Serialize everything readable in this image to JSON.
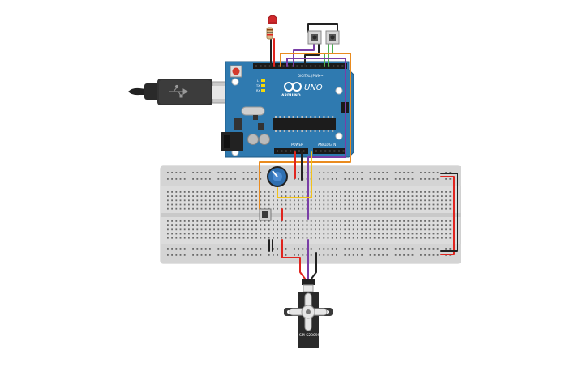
{
  "board": {
    "name": "UNO",
    "brand": "ARDUINO",
    "digital_label": "DIGITAL (PWM~)",
    "power_label": "POWER",
    "analog_label": "ANALOG IN",
    "tx_label": "TX",
    "rx_label": "RX",
    "l_label": "L",
    "on_label": "ON",
    "color": "#2f7ab0"
  },
  "servo": {
    "model": "SM-S2309S"
  },
  "components": {
    "led_color": "#d0282c",
    "potentiometer_color": "#2f6fb0",
    "breadboard_color": "#d8d8d8"
  },
  "wire_colors": {
    "red": "#e0241e",
    "black": "#222222",
    "orange": "#e98b1f",
    "purple": "#7a3ea6",
    "yellow": "#f2c21a",
    "green": "#4caf50"
  }
}
